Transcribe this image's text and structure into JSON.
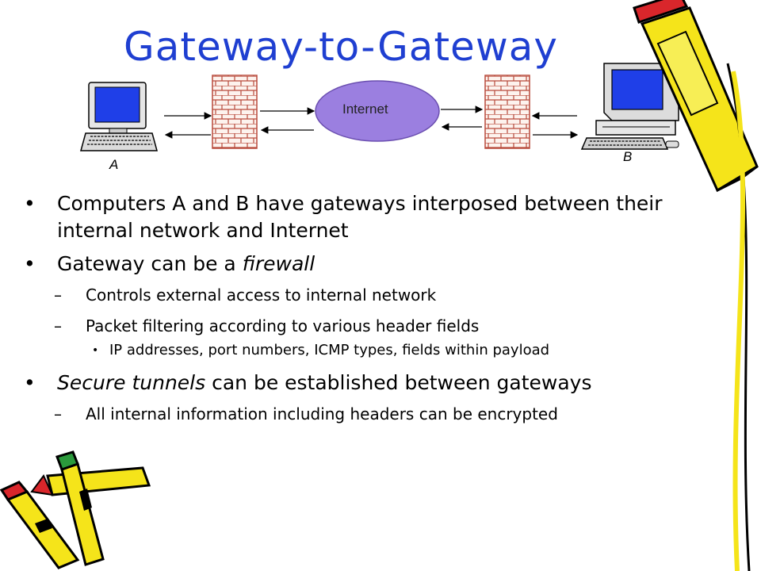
{
  "title": "Gateway-to-Gateway",
  "diagram": {
    "cloud_label": "Internet",
    "label_a": "A",
    "label_b": "B"
  },
  "bullets": {
    "b1": "Computers A and B have gateways interposed between their internal network and Internet",
    "b2_prefix": "Gateway can be a ",
    "b2_italic": "firewall",
    "b2_1": "Controls external access to internal network",
    "b2_2": "Packet filtering according to various header fields",
    "b2_2_1": "IP addresses, port numbers, ICMP types, fields within payload",
    "b3_italic": "Secure tunnels",
    "b3_rest": " can be established between gateways",
    "b3_1": "All internal information including headers can be encrypted"
  },
  "markers": {
    "level1": "•",
    "level2": "–",
    "level3": "•"
  },
  "colors": {
    "title": "#1f3fd1",
    "cloud": "#9b7fe0",
    "brick": "#b84a3c",
    "screen": "#1f3fe8",
    "pencil_yellow": "#f5e41a",
    "pencil_red": "#d9262b",
    "pencil_green": "#2b9a3c"
  }
}
